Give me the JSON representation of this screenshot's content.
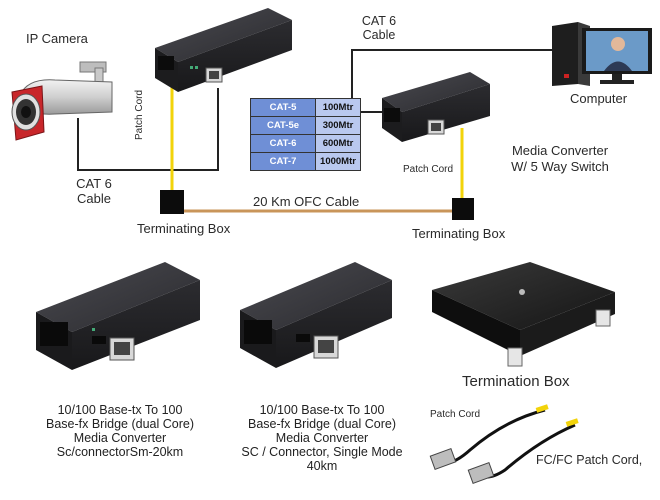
{
  "labels": {
    "ip_camera": "IP Camera",
    "cat6_left_1": "CAT 6",
    "cat6_left_2": "Cable",
    "patch_cord_left": "Patch Cord",
    "patch_cord_right": "Patch Cord",
    "cat6_top_1": "CAT 6",
    "cat6_top_2": "Cable",
    "computer": "Computer",
    "media_converter_1": "Media Converter",
    "media_converter_2": "W/ 5 Way Switch",
    "ofc_cable": "20 Km OFC Cable",
    "terminating_box_left": "Terminating Box",
    "terminating_box_right": "Terminating Box",
    "termination_box": "Termination Box",
    "patch_cord_small": "Patch Cord"
  },
  "cable_table": [
    {
      "type": "CAT-5",
      "length": "100Mtr"
    },
    {
      "type": "CAT-5e",
      "length": "300Mtr"
    },
    {
      "type": "CAT-6",
      "length": "600Mtr"
    },
    {
      "type": "CAT-7",
      "length": "1000Mtr"
    }
  ],
  "captions": {
    "left": [
      "10/100 Base-tx To 100",
      "Base-fx Bridge (dual Core)",
      "Media Converter",
      "Sc/connectorSm-20km"
    ],
    "middle": [
      "10/100 Base-tx To 100",
      "Base-fx Bridge (dual Core)",
      "Media Converter",
      "SC / Connector, Single Mode",
      "40km"
    ],
    "right": "FC/FC Patch Cord,"
  },
  "colors": {
    "device_body": "#2b2b2e",
    "device_top": "#3a3a3e",
    "patch_cord": "#f2d30a",
    "ofc_cable": "#c9955a",
    "ethernet_cable": "#222222",
    "table_header": "#6f8fd6",
    "table_value": "#b9c8ee",
    "camera_red": "#c8262a"
  }
}
